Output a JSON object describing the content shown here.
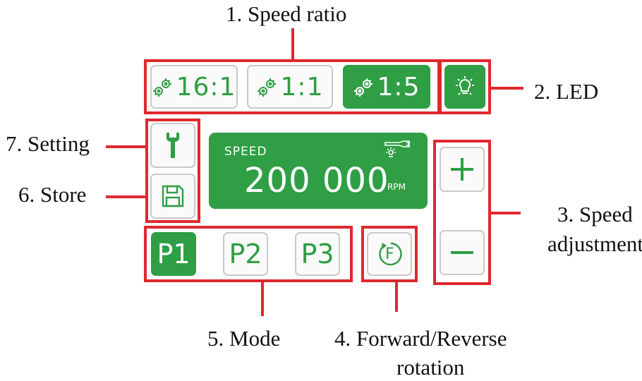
{
  "callouts": {
    "speed_ratio": "1. Speed ratio",
    "led": "2. LED",
    "speed_adjustment_line1": "3. Speed",
    "speed_adjustment_line2": "adjustment",
    "rotation_line1": "4. Forward/Reverse",
    "rotation_line2": "rotation",
    "mode": "5. Mode",
    "store": "6. Store",
    "setting": "7. Setting"
  },
  "speed_ratio": {
    "options": [
      {
        "label": "16:1",
        "selected": false
      },
      {
        "label": "1:1",
        "selected": false
      },
      {
        "label": "1:5",
        "selected": true
      }
    ]
  },
  "display": {
    "label": "SPEED",
    "value": "200 000",
    "unit": "RPM"
  },
  "modes": [
    {
      "label": "P1",
      "selected": true
    },
    {
      "label": "P2",
      "selected": false
    },
    {
      "label": "P3",
      "selected": false
    }
  ],
  "rotation": {
    "label": "F"
  },
  "colors": {
    "accent": "#2f9e44",
    "annotation": "#e0282e",
    "button_border": "#c9c9c9"
  },
  "icons": [
    "gears-icon",
    "light-bulb-icon",
    "wrench-icon",
    "floppy-disk-icon",
    "handpiece-light-icon",
    "plus-icon",
    "minus-icon",
    "rotation-arrow-icon"
  ]
}
